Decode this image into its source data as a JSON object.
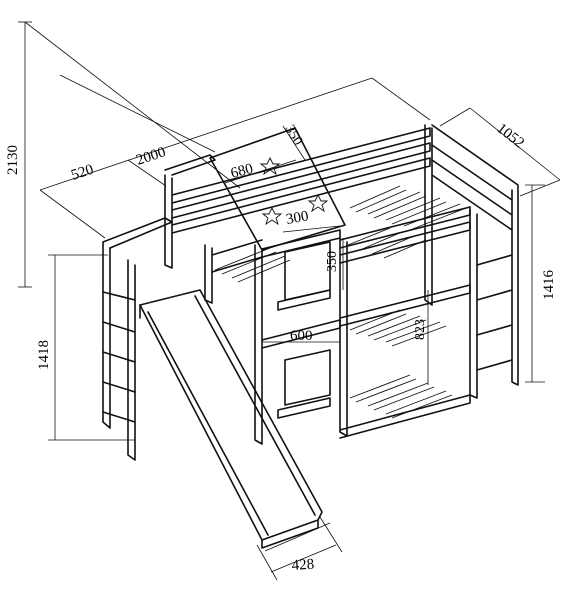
{
  "dimensions": {
    "height_total": "2130",
    "length": "2000",
    "slide_platform": "520",
    "depth": "1052",
    "bed_height": "1416",
    "slide_side_height": "1418",
    "roof_depth": "350",
    "roof_width": "680",
    "window_width": "300",
    "window_height": "350",
    "door_width": "600",
    "lower_clearance": "823",
    "slide_width": "428"
  }
}
